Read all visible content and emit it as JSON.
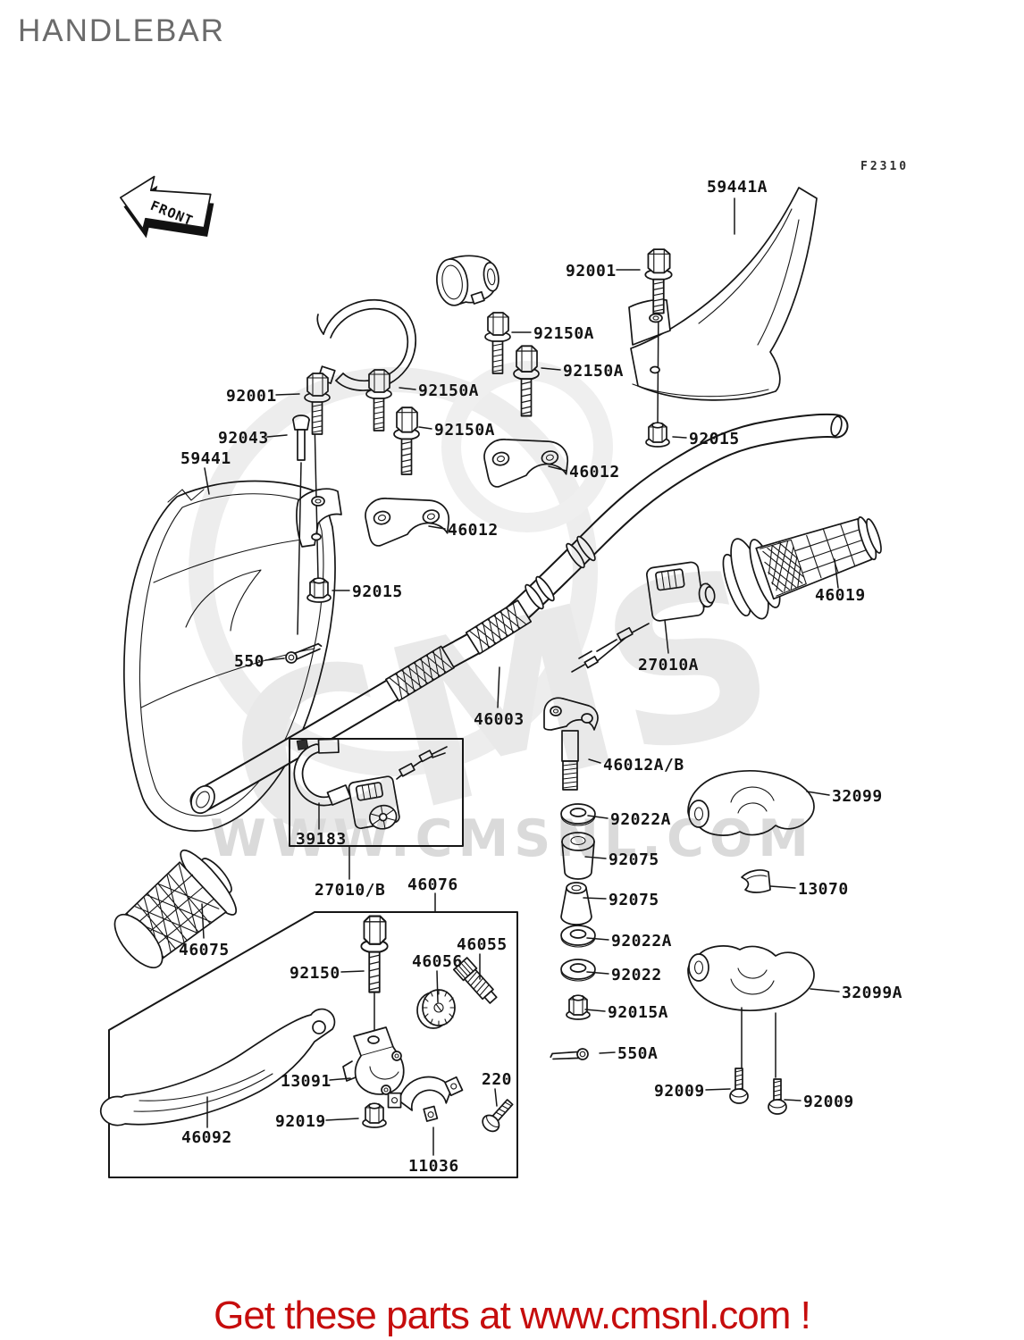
{
  "page": {
    "title": "HANDLEBAR",
    "figure_code": "F2310",
    "front_label": "FRONT",
    "footer_text": "Get these parts at www.cmsnl.com !",
    "watermark": {
      "logo": "CMS",
      "url": "WWW.CMSNL.COM"
    },
    "colors": {
      "footer_red": "#c60d0d",
      "line": "#161616",
      "title_gray": "#6b6b6b",
      "watermark_gray": "#dadada"
    }
  },
  "parts": [
    {
      "no": "59441A"
    },
    {
      "no": "92001"
    },
    {
      "no": "92150A"
    },
    {
      "no": "92150A"
    },
    {
      "no": "92150A"
    },
    {
      "no": "92150A"
    },
    {
      "no": "92001"
    },
    {
      "no": "92043"
    },
    {
      "no": "59441"
    },
    {
      "no": "46012"
    },
    {
      "no": "46012"
    },
    {
      "no": "92015"
    },
    {
      "no": "92015"
    },
    {
      "no": "550"
    },
    {
      "no": "46003"
    },
    {
      "no": "46019"
    },
    {
      "no": "27010A"
    },
    {
      "no": "46012A/B"
    },
    {
      "no": "32099"
    },
    {
      "no": "92022A"
    },
    {
      "no": "92075"
    },
    {
      "no": "92075"
    },
    {
      "no": "13070"
    },
    {
      "no": "92022A"
    },
    {
      "no": "92022"
    },
    {
      "no": "92015A"
    },
    {
      "no": "32099A"
    },
    {
      "no": "550A"
    },
    {
      "no": "39183"
    },
    {
      "no": "27010/B"
    },
    {
      "no": "46076"
    },
    {
      "no": "46075"
    },
    {
      "no": "92150"
    },
    {
      "no": "46056"
    },
    {
      "no": "46055"
    },
    {
      "no": "13091"
    },
    {
      "no": "92019"
    },
    {
      "no": "220"
    },
    {
      "no": "11036"
    },
    {
      "no": "46092"
    },
    {
      "no": "92009"
    },
    {
      "no": "92009"
    }
  ]
}
